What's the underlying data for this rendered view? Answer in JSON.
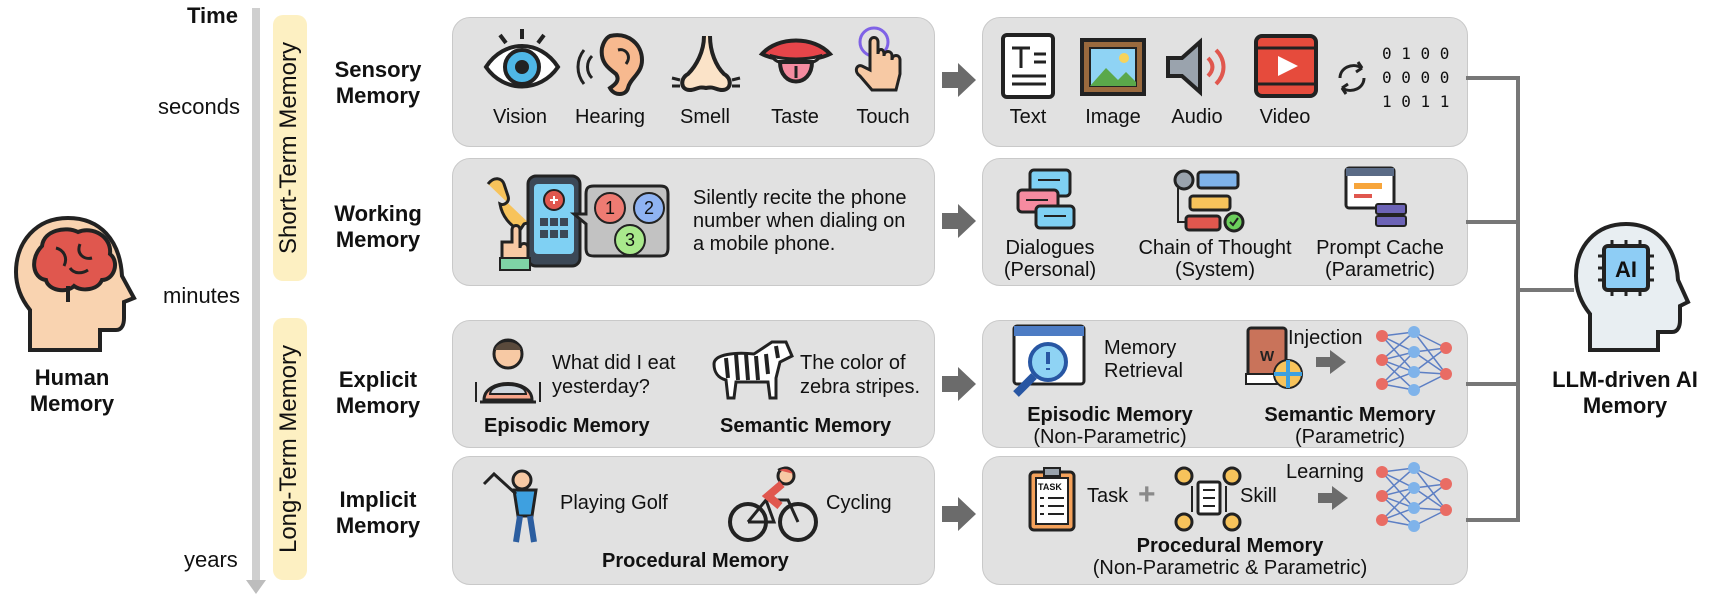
{
  "time_axis": {
    "title": "Time",
    "ticks": [
      "seconds",
      "minutes",
      "years"
    ]
  },
  "left": {
    "title": "Human\nMemory",
    "title_line1": "Human",
    "title_line2": "Memory"
  },
  "right": {
    "title_line1": "LLM-driven AI",
    "title_line2": "Memory",
    "chip_label": "AI"
  },
  "bands": {
    "short_term": "Short-Term Memory",
    "long_term": "Long-Term Memory"
  },
  "rows": {
    "sensory": {
      "label_line1": "Sensory",
      "label_line2": "Memory",
      "human_items": [
        "Vision",
        "Hearing",
        "Smell",
        "Taste",
        "Touch"
      ],
      "ai_items": [
        "Text",
        "Image",
        "Audio",
        "Video"
      ],
      "binary": [
        "0 1 0 0",
        "0 0 0 0",
        "1 0 1 1"
      ]
    },
    "working": {
      "label_line1": "Working",
      "label_line2": "Memory",
      "human_text_1": "Silently recite the phone",
      "human_text_2": "number when dialing on",
      "human_text_3": "a mobile phone.",
      "bubble_numbers": [
        "1",
        "2",
        "3"
      ],
      "ai_items": [
        {
          "name": "Dialogues",
          "sub": "(Personal)"
        },
        {
          "name": "Chain of Thought",
          "sub": "(System)"
        },
        {
          "name": "Prompt Cache",
          "sub": "(Parametric)"
        }
      ]
    },
    "explicit": {
      "label_line1": "Explicit",
      "label_line2": "Memory",
      "episodic_q1": "What did I eat",
      "episodic_q2": "yesterday?",
      "semantic_q1": "The color of",
      "semantic_q2": "zebra stripes.",
      "episodic_label": "Episodic Memory",
      "semantic_label": "Semantic Memory",
      "ai_retrieval_1": "Memory",
      "ai_retrieval_2": "Retrieval",
      "ai_injection": "Injection",
      "ai_book_letter": "W",
      "ai_episodic": "Episodic Memory",
      "ai_episodic_sub": "(Non-Parametric)",
      "ai_semantic": "Semantic Memory",
      "ai_semantic_sub": "(Parametric)"
    },
    "implicit": {
      "label_line1": "Implicit",
      "label_line2": "Memory",
      "golf": "Playing Golf",
      "cycling": "Cycling",
      "human_label": "Procedural Memory",
      "ai_task": "Task",
      "ai_task_icon": "TASK",
      "ai_skill": "Skill",
      "ai_learning": "Learning",
      "ai_label": "Procedural Memory",
      "ai_label_sub": "(Non-Parametric & Parametric)"
    }
  },
  "colors": {
    "box": "#e1e1e1",
    "band": "#fdf0c2",
    "arrow": "#6b6b6b",
    "connector": "#777777",
    "brain": "#e0574e",
    "chip": "#8ecdf5"
  }
}
